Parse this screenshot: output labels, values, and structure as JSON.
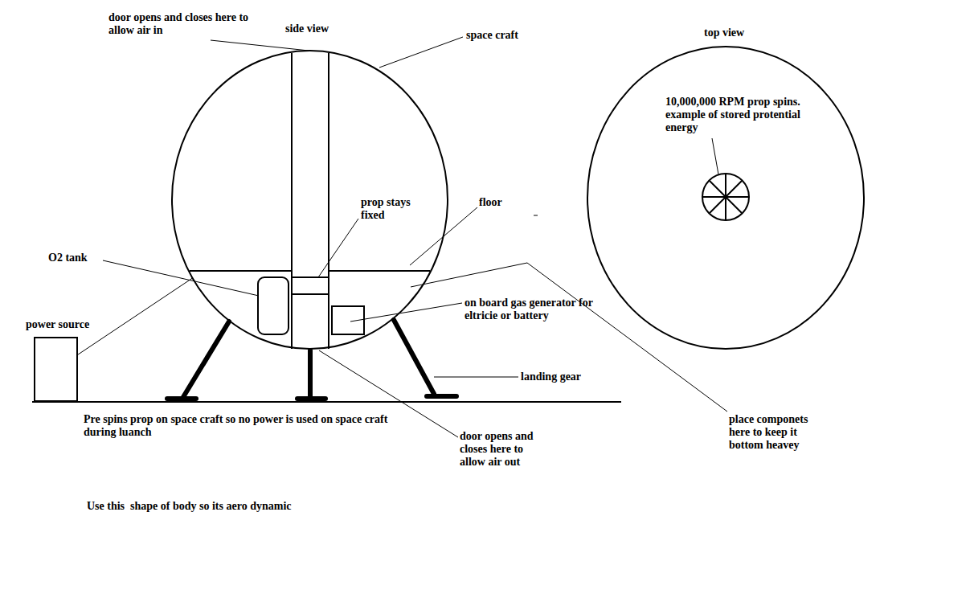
{
  "diagram": {
    "nodes": [
      {
        "text": [
          "side view"
        ]
      },
      {
        "text": [
          "top view"
        ]
      },
      {
        "text": [
          "power source"
        ]
      }
    ],
    "edges": [
      {
        "from": 2,
        "to": 0,
        "arrow": "none"
      }
    ],
    "labels": [
      "door opens and closes here to allow air in",
      "space craft",
      "10,000,000 RPM prop spins. example of stored protential energy",
      "prop stays fixed",
      "floor",
      "O2 tank",
      "on board gas generator for eltricie or battery",
      "Pre spins prop on space craft so no power is used on space craft during luanch",
      "landing gear",
      "door opens and closes here to allow air out",
      "place componets here to keep it bottom heavey",
      "Use this  shape of body so its aero dynamic"
    ]
  }
}
